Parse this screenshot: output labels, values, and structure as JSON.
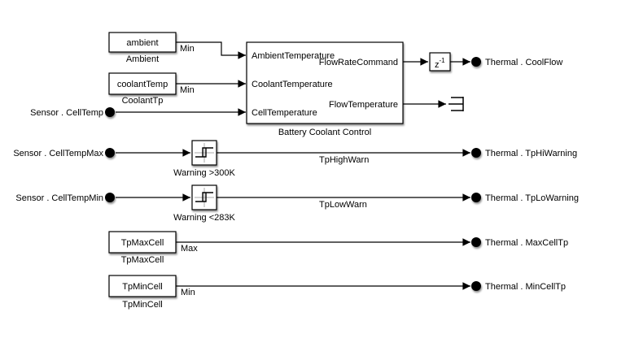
{
  "diagram": {
    "type": "simulink-block-diagram",
    "colors": {
      "background": "#ffffff",
      "block_fill": "#ffffff",
      "line": "#000000",
      "relay_axis": "#a8a8a8"
    },
    "constant_blocks": [
      {
        "text": "ambient",
        "label": "Ambient",
        "signal": "Min"
      },
      {
        "text": "coolantTemp",
        "label": "CoolantTp",
        "signal": "Min"
      },
      {
        "text": "TpMaxCell",
        "label": "TpMaxCell",
        "signal": "Max"
      },
      {
        "text": "TpMinCell",
        "label": "TpMinCell",
        "signal": "Min"
      }
    ],
    "subsystem": {
      "label": "Battery Coolant Control",
      "inputs": [
        "AmbientTemperature",
        "CoolantTemperature",
        "CellTemperature"
      ],
      "outputs": [
        "FlowRateCommand",
        "FlowTemperature"
      ]
    },
    "unit_delay": {
      "base": "z",
      "exponent": "-1"
    },
    "relays": [
      {
        "label": "Warning >300K"
      },
      {
        "label": "Warning <283K"
      }
    ],
    "inports": [
      "Sensor . CellTemp",
      "Sensor . CellTempMax",
      "Sensor . CellTempMin"
    ],
    "outports": [
      "Thermal . CoolFlow",
      "Thermal . TpHiWarning",
      "Thermal . TpLoWarning",
      "Thermal . MaxCellTp",
      "Thermal . MinCellTp"
    ],
    "signal_labels": [
      "TpHighWarn",
      "TpLowWarn"
    ]
  }
}
